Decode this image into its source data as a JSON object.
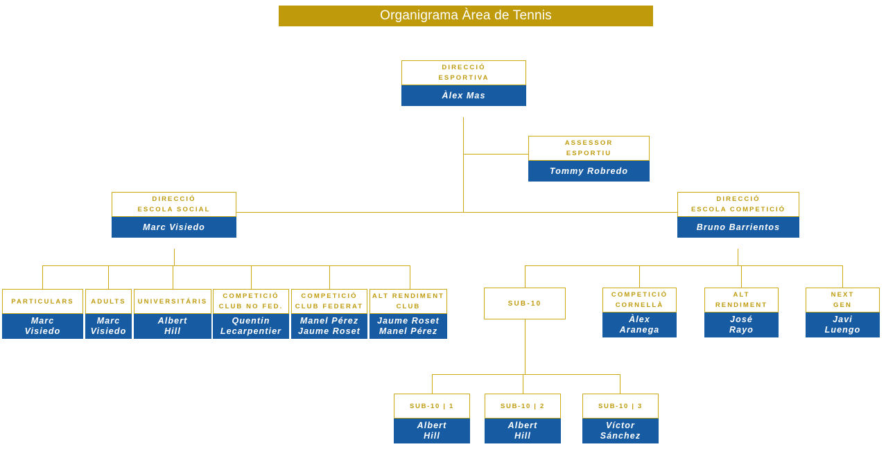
{
  "header": {
    "title": "Organigrama Àrea de Tennis",
    "banner_color": "#BF9B0C",
    "banner_text_color": "#FFFFFF"
  },
  "theme": {
    "gold": "#C9A912",
    "gold_text": "#BF9B0C",
    "blue": "#175BA3",
    "white": "#FFFFFF"
  },
  "nodes": {
    "direccio_esportiva": {
      "role_line1": "DIRECCIÓ",
      "role_line2": "ESPORTIVA",
      "person_line1": "Àlex Mas",
      "person_line2": ""
    },
    "assessor_esportiu": {
      "role_line1": "ASSESSOR",
      "role_line2": "ESPORTIU",
      "person_line1": "Tommy Robredo",
      "person_line2": ""
    },
    "escola_social": {
      "role_line1": "DIRECCIÓ",
      "role_line2": "ESCOLA SOCIAL",
      "person_line1": "Marc Visiedo",
      "person_line2": ""
    },
    "escola_competicio": {
      "role_line1": "DIRECCIÓ",
      "role_line2": "ESCOLA COMPETICIÓ",
      "person_line1": "Bruno Barrientos",
      "person_line2": ""
    },
    "particulars": {
      "role_line1": "PARTICULARS",
      "role_line2": "",
      "person_line1": "Marc",
      "person_line2": "Visiedo"
    },
    "adults": {
      "role_line1": "ADULTS",
      "role_line2": "",
      "person_line1": "Marc",
      "person_line2": "Visiedo"
    },
    "universitaris": {
      "role_line1": "UNIVERSITÁRIS",
      "role_line2": "",
      "person_line1": "Albert",
      "person_line2": "Hill"
    },
    "competicio_club_no_fed": {
      "role_line1": "COMPETICIÓ",
      "role_line2": "CLUB NO FED.",
      "person_line1": "Quentin",
      "person_line2": "Lecarpentier"
    },
    "competicio_club_federat": {
      "role_line1": "COMPETICIÓ",
      "role_line2": "CLUB FEDERAT",
      "person_line1": "Manel Pérez",
      "person_line2": "Jaume Roset"
    },
    "alt_rendiment_club": {
      "role_line1": "ALT RENDIMENT",
      "role_line2": "CLUB",
      "person_line1": "Jaume Roset",
      "person_line2": "Manel Pérez"
    },
    "sub10": {
      "role_line1": "SUB-10",
      "role_line2": "",
      "person_line1": "",
      "person_line2": ""
    },
    "competicio_cornella": {
      "role_line1": "COMPETICIÓ",
      "role_line2": "CORNELLÀ",
      "person_line1": "Àlex",
      "person_line2": "Aranega"
    },
    "alt_rendiment": {
      "role_line1": "ALT",
      "role_line2": "RENDIMENT",
      "person_line1": "José",
      "person_line2": "Rayo"
    },
    "next_gen": {
      "role_line1": "NEXT",
      "role_line2": "GEN",
      "person_line1": "Javi",
      "person_line2": "Luengo"
    },
    "sub10_1": {
      "role_line1": "SUB-10 | 1",
      "role_line2": "",
      "person_line1": "Albert",
      "person_line2": "Hill"
    },
    "sub10_2": {
      "role_line1": "SUB-10 | 2",
      "role_line2": "",
      "person_line1": "Albert",
      "person_line2": "Hill"
    },
    "sub10_3": {
      "role_line1": "SUB-10 | 3",
      "role_line2": "",
      "person_line1": "Víctor",
      "person_line2": "Sánchez"
    }
  }
}
